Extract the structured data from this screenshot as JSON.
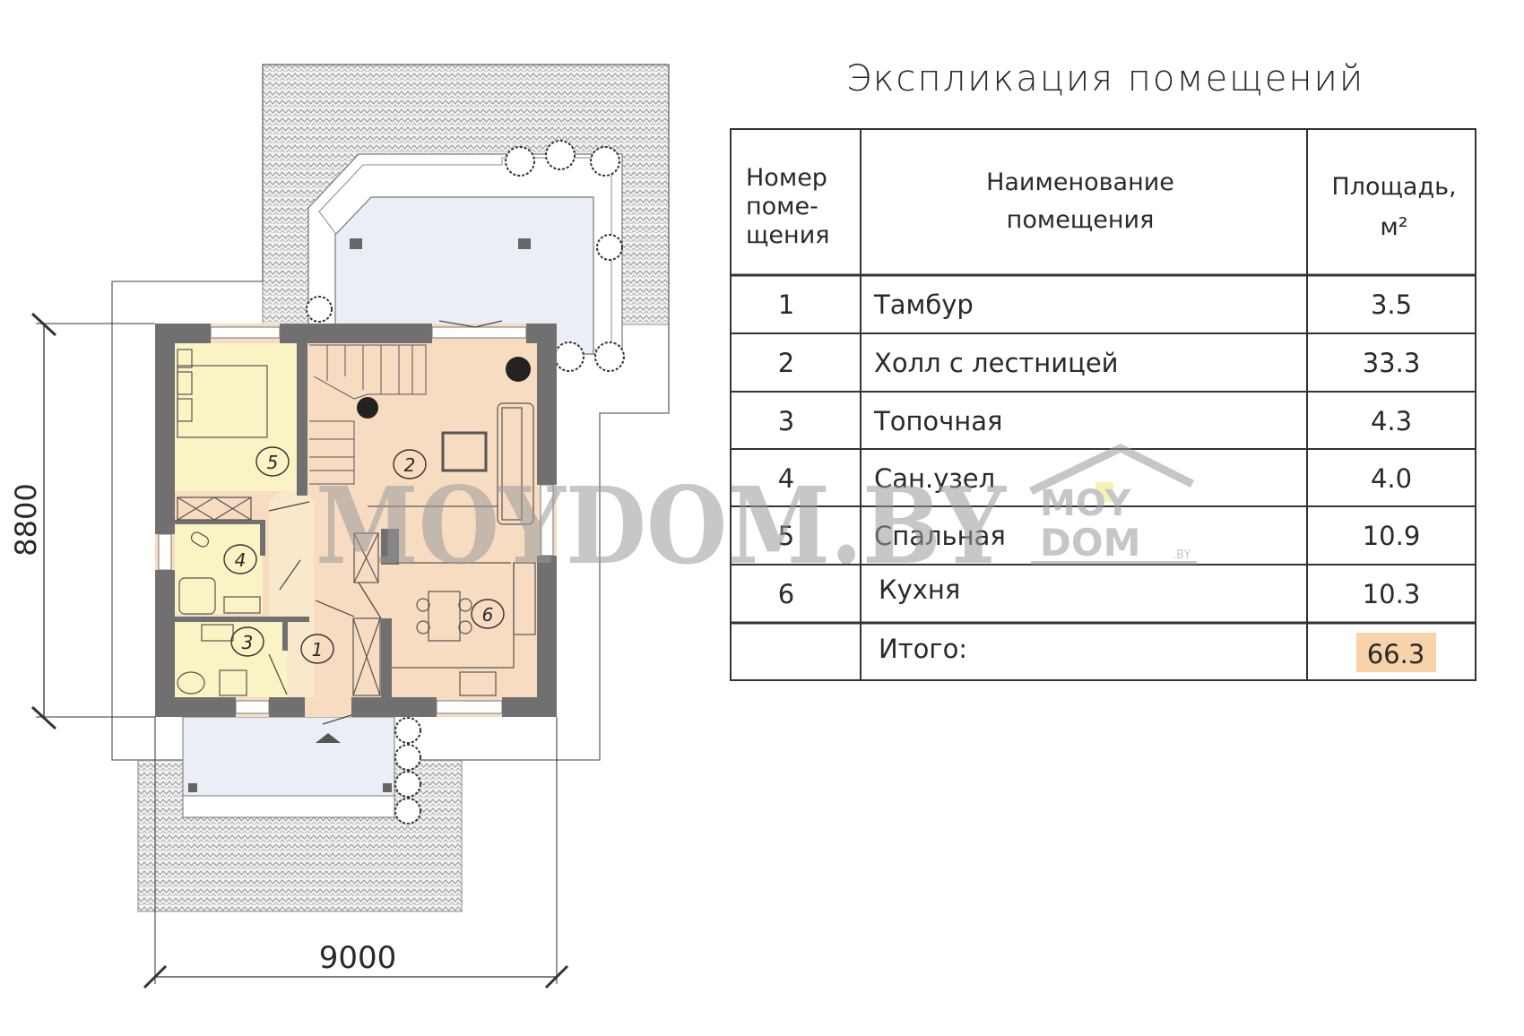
{
  "plan": {
    "dim_width": "9000",
    "dim_height": "8800",
    "room_markers": [
      "1",
      "2",
      "3",
      "4",
      "5",
      "6"
    ]
  },
  "watermark": {
    "text": "MOYDOM.BY",
    "logo_top": "MOY",
    "logo_bottom": "DOM",
    "logo_suffix": ".BY"
  },
  "table": {
    "title": "Экспликация помещений",
    "headers": {
      "number": [
        "Номер",
        "поме-",
        "щения"
      ],
      "name": [
        "Наименование",
        "помещения"
      ],
      "area": [
        "Площадь,",
        "м²"
      ]
    },
    "rows": [
      {
        "number": "1",
        "name": "Тамбур",
        "area": "3.5"
      },
      {
        "number": "2",
        "name": "Холл с лестницей",
        "area": "33.3"
      },
      {
        "number": "3",
        "name": "Топочная",
        "area": "4.3"
      },
      {
        "number": "4",
        "name": "Сан.узел",
        "area": "4.0"
      },
      {
        "number": "5",
        "name": "Спальная",
        "area": "10.9"
      },
      {
        "number": "6",
        "name": "Кухня",
        "area": "10.3"
      }
    ],
    "total_label": "Итого:",
    "total_value": "66.3"
  },
  "colors": {
    "hall": "#f8dcc2",
    "rooms_yellow": "#faf3c4",
    "terrace": "#e9eef7",
    "wall": "#6e6e6e",
    "total_highlight": "#f8d3aa"
  }
}
